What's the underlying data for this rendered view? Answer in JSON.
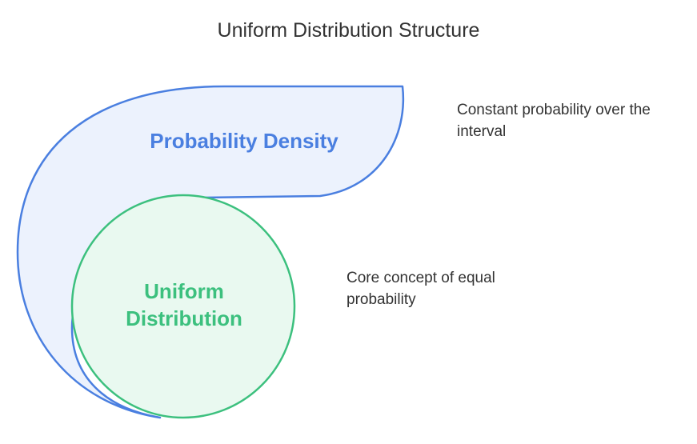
{
  "title": "Uniform Distribution Structure",
  "layers": [
    {
      "label": "Probability Density",
      "description": "Constant probability over the interval",
      "color": "#4a7fe0",
      "fill": "#ecf2fd"
    },
    {
      "label": "Uniform Distribution",
      "description": "Core concept of equal probability",
      "color": "#3cc07e",
      "fill": "#e9f9f0"
    }
  ]
}
